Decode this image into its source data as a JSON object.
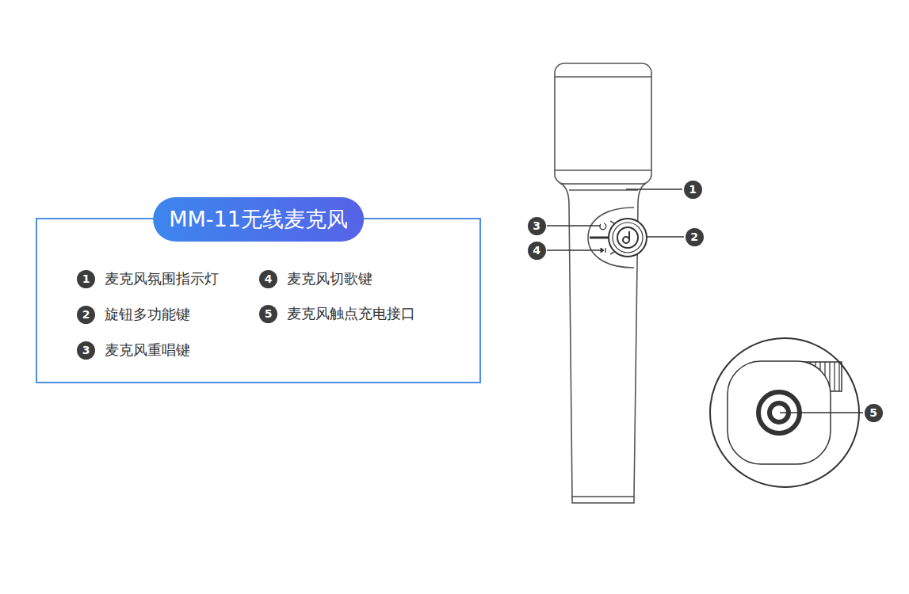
{
  "diagram": {
    "nodes": [
      {
        "text": [
          "MM-11无线麦克风"
        ]
      },
      {
        "text": [
          "1",
          "麦克风氛围指示灯"
        ],
        "in": 0
      },
      {
        "text": [
          "4",
          "麦克风切歌键"
        ],
        "in": 0
      },
      {
        "text": [
          "2",
          "旋钮多功能键"
        ],
        "in": 0
      },
      {
        "text": [
          "5",
          "麦克风触点充电接口"
        ],
        "in": 0
      },
      {
        "text": [
          "3",
          "麦克风重唱键"
        ],
        "in": 0
      },
      {
        "text": [
          "1"
        ]
      },
      {
        "text": [
          "3"
        ]
      },
      {
        "text": [
          "2"
        ]
      },
      {
        "text": [
          "4"
        ]
      },
      {
        "text": [
          "5"
        ]
      }
    ]
  }
}
